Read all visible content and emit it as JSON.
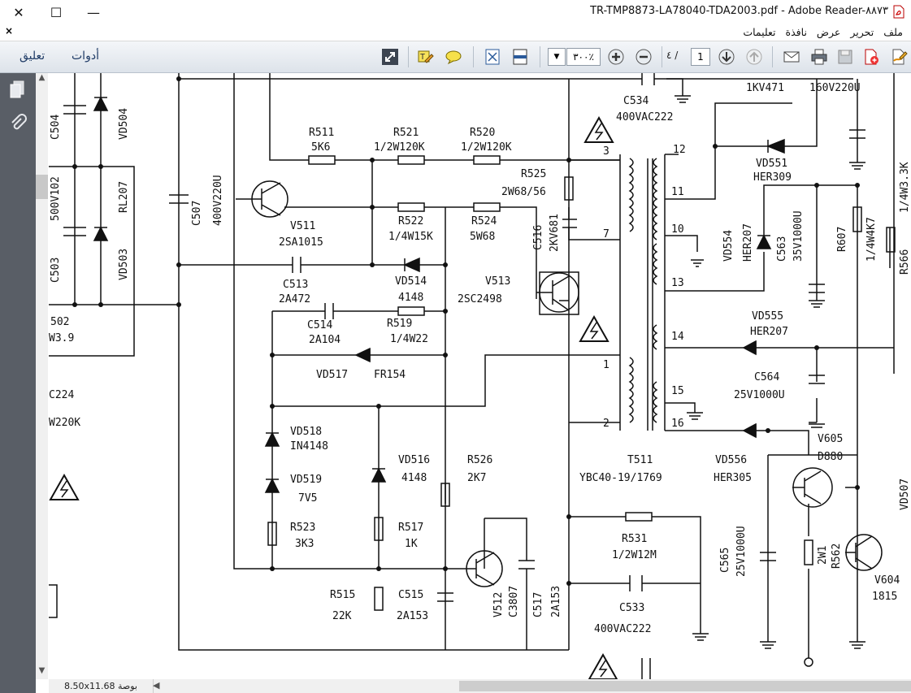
{
  "window": {
    "title": "TR-TMP8873-LA78040-TDA2003.pdf - Adobe Reader-٨٨٧٣",
    "minimize_label": "—",
    "maximize_label": "☐",
    "close_label": "✕"
  },
  "menubar": {
    "close_doc": "×",
    "items": [
      "ملف",
      "تحرير",
      "عرض",
      "نافذة",
      "تعليمات"
    ]
  },
  "toolbar": {
    "comment_label": "تعليق",
    "tools_label": "أدوات",
    "zoom_value": "٣٠٠٪",
    "page_current": "1",
    "page_total": "٤ /",
    "icons": [
      "expand-icon",
      "highlight-icon",
      "comment-bubble-icon",
      "fit-page-icon",
      "fit-width-icon",
      "zoom-dropdown-icon",
      "zoom-in-icon",
      "zoom-out-icon",
      "next-page-icon",
      "previous-page-icon",
      "email-icon",
      "print-icon",
      "save-icon",
      "create-pdf-icon",
      "sign-icon"
    ]
  },
  "status": {
    "page_size": "8.50x11.68 بوصة"
  },
  "schematic": {
    "labels": {
      "c534": "C534",
      "c534_v": "400VAC222",
      "c1kv": "1KV471",
      "c160": "160V220U",
      "r511": "R511",
      "r511_v": "5K6",
      "r521": "R521",
      "r521_v": "1/2W120K",
      "r520": "R520",
      "r520_v": "1/2W120K",
      "r525": "R525",
      "r525_v": "2W68/56",
      "c516": "C516",
      "c516_v": "2KV681",
      "v511": "V511",
      "v511_v": "2SA1015",
      "r522": "R522",
      "r522_v": "1/4W15K",
      "r524": "R524",
      "r524_v": "5W68",
      "c513": "C513",
      "c513_v": "2A472",
      "vd514": "VD514",
      "vd514_v": "4148",
      "v513": "V513",
      "v513_v": "2SC2498",
      "c514": "C514",
      "c514_v": "2A104",
      "r519": "R519",
      "r519_v": "1/4W22",
      "vd517": "VD517",
      "vd517_v": "FR154",
      "vd518": "VD518",
      "vd518_v": "IN4148",
      "vd519": "VD519",
      "vd519_v": "7V5",
      "r523": "R523",
      "r523_v": "3K3",
      "vd516": "VD516",
      "vd516_v": "4148",
      "r526": "R526",
      "r526_v": "2K7",
      "r517": "R517",
      "r517_v": "1K",
      "r515": "R515",
      "r515_v": "22K",
      "c515": "C515",
      "c515_v": "2A153",
      "v512": "V512",
      "v512_v": "C3807",
      "c517": "C517",
      "c517_v": "2A153",
      "r531": "R531",
      "r531_v": "1/2W12M",
      "c533": "C533",
      "c533_v": "400VAC222",
      "t511": "T511",
      "t511_v": "YBC40-19/1769",
      "vd551": "VD551",
      "vd551_v": "HER309",
      "vd554": "VD554",
      "vd554_v": "HER207",
      "c563": "C563",
      "c563_v": "35V1000U",
      "r607": "R607",
      "r607_v": "1/4W4K7",
      "r566": "R566",
      "r566_v": "1/4W3.3K",
      "vd555": "VD555",
      "vd555_v": "HER207",
      "c564": "C564",
      "c564_v": "25V1000U",
      "vd556": "VD556",
      "vd556_v": "HER305",
      "v605": "V605",
      "v605_v": "D880",
      "c565": "C565",
      "c565_v": "25V1000U",
      "r562": "R562",
      "r562_v": "2W1",
      "v604": "V604",
      "v604_v": "1815",
      "vd507": "VD507",
      "c504": "C504",
      "vd504": "VD504",
      "c502": "500V102",
      "rl207": "RL207",
      "c503": "C503",
      "vd503": "VD503",
      "c507": "C507",
      "c507_v": "400V220U",
      "l502": "502",
      "l39": "W3.9",
      "l224": "C224",
      "l220k": "W220K",
      "p3": "3",
      "p7": "7",
      "p1": "1",
      "p2": "2",
      "p12": "12",
      "p11": "11",
      "p10": "10",
      "p13": "13",
      "p14": "14",
      "p15": "15",
      "p16": "16"
    }
  }
}
